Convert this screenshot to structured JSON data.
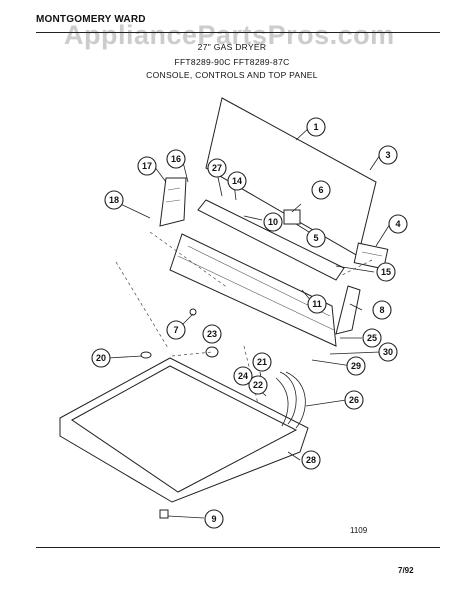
{
  "header": {
    "brand": "MONTGOMERY WARD",
    "watermark": "AppliancePartsPros.com",
    "title": "27\" GAS DRYER",
    "models": "FFT8289-90C  FFT8289-87C",
    "section": "CONSOLE, CONTROLS AND TOP PANEL"
  },
  "callouts": [
    "1",
    "3",
    "4",
    "5",
    "6",
    "7",
    "8",
    "9",
    "10",
    "11",
    "14",
    "15",
    "16",
    "17",
    "18",
    "20",
    "21",
    "22",
    "23",
    "24",
    "25",
    "26",
    "27",
    "28",
    "29",
    "30"
  ],
  "footer": {
    "code": "1109",
    "date": "7/92"
  }
}
